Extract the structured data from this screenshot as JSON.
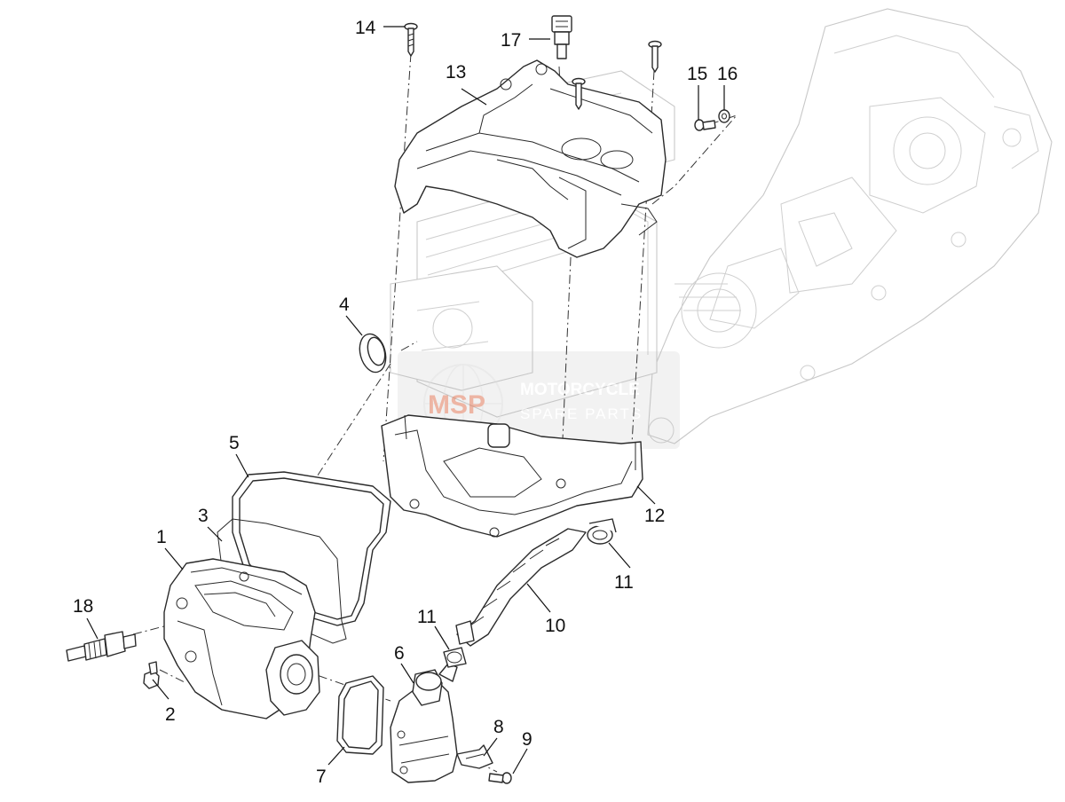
{
  "callouts": {
    "p1": "1",
    "p2": "2",
    "p3": "3",
    "p4": "4",
    "p5": "5",
    "p6": "6",
    "p7": "7",
    "p8": "8",
    "p9": "9",
    "p10": "10",
    "p11a": "11",
    "p11b": "11",
    "p12": "12",
    "p13": "13",
    "p14": "14",
    "p15": "15",
    "p16": "16",
    "p17": "17",
    "p18": "18"
  },
  "watermark": {
    "logo": "MSP",
    "line1": "MOTORCYCLE",
    "line2": "SPARE PARTS"
  },
  "colors": {
    "ink": "#111111",
    "watermark_red": "#e07a5a",
    "watermark_gray": "#9a9a9a"
  }
}
